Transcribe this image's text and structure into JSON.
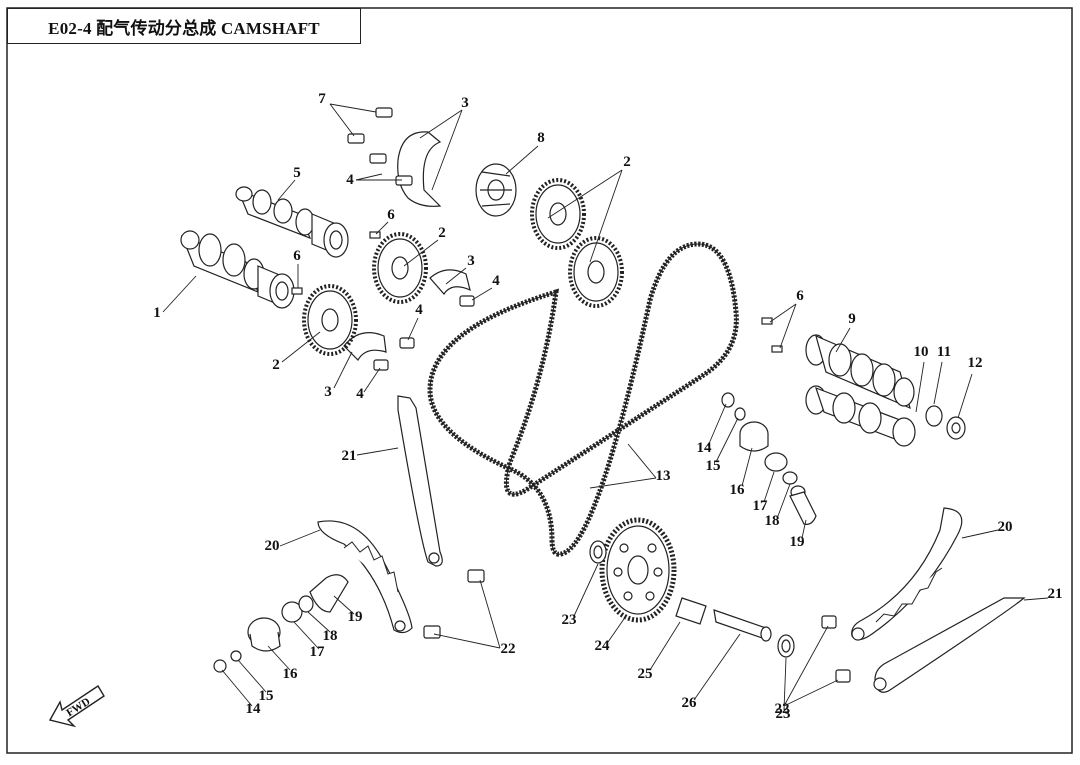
{
  "title": "E02-4 配气传动分总成  CAMSHAFT",
  "fwd_label": "FWD",
  "callouts": [
    "1",
    "2",
    "2",
    "2",
    "2",
    "3",
    "3",
    "3",
    "3",
    "4",
    "4",
    "4",
    "4",
    "4",
    "5",
    "6",
    "6",
    "6",
    "7",
    "8",
    "9",
    "10",
    "11",
    "12",
    "13",
    "14",
    "14",
    "15",
    "15",
    "16",
    "16",
    "17",
    "17",
    "18",
    "18",
    "19",
    "19",
    "20",
    "20",
    "21",
    "21",
    "22",
    "22",
    "23",
    "23",
    "24",
    "25",
    "26"
  ]
}
